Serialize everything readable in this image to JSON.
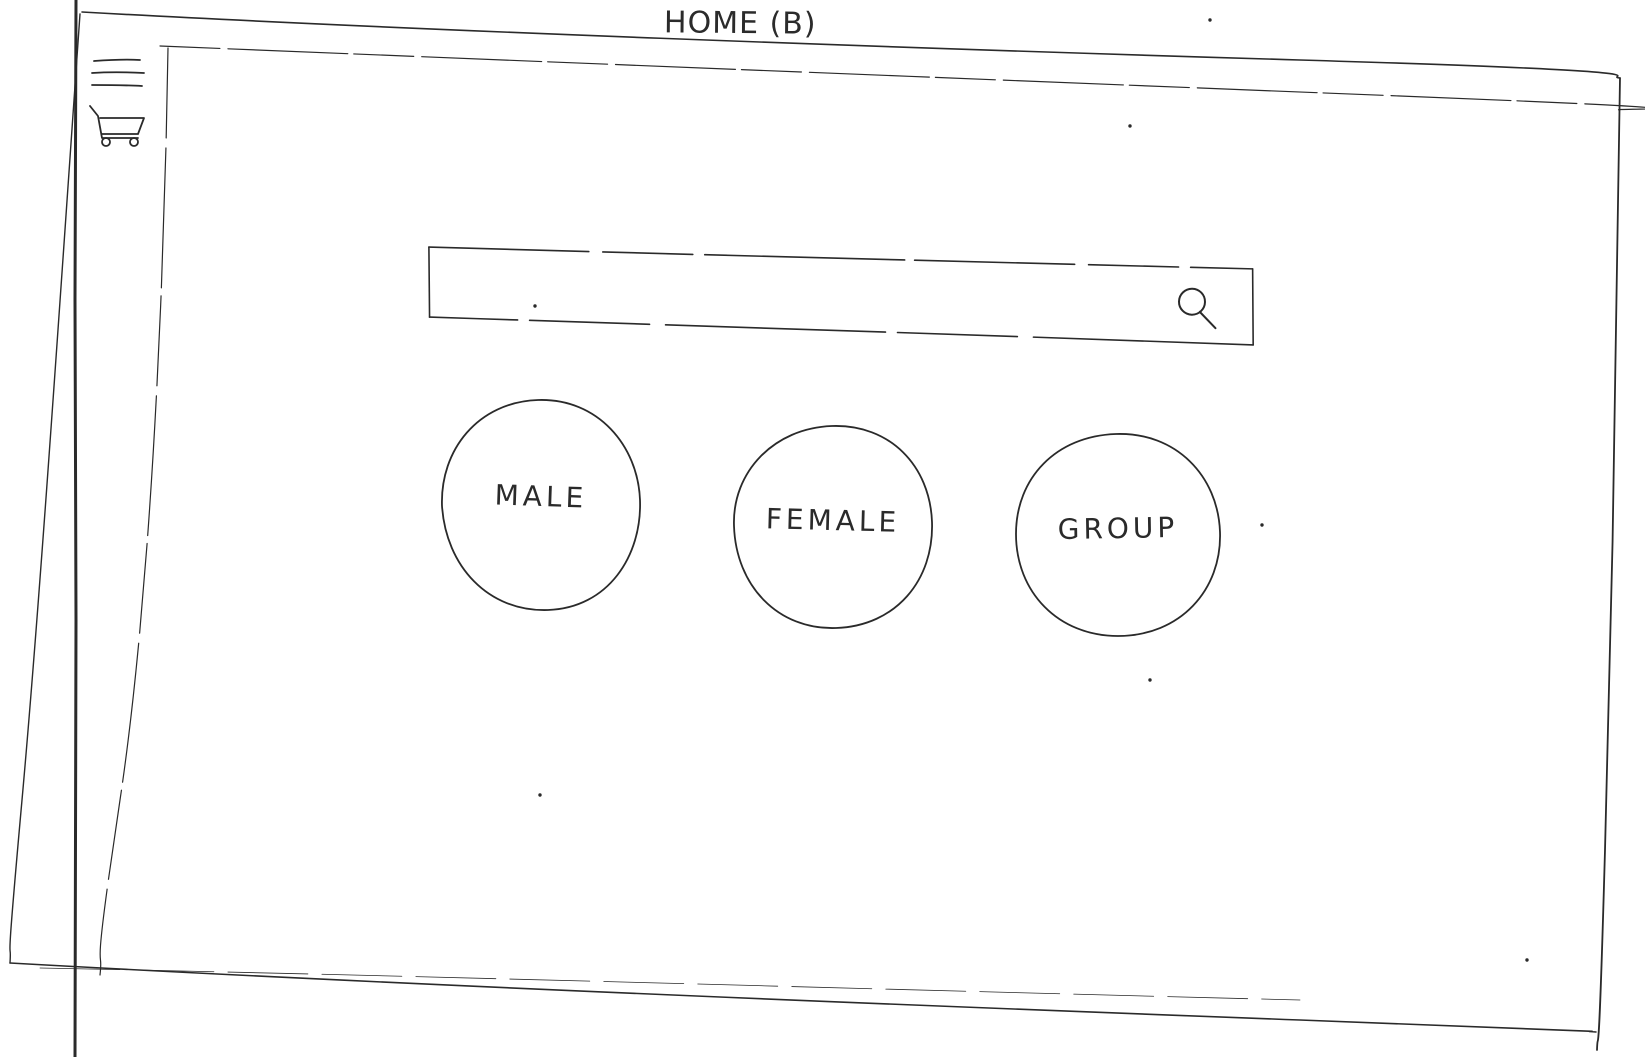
{
  "page": {
    "title": "HOME (B)"
  },
  "toolbar": {
    "menu_icon": "hamburger-menu-icon",
    "cart_icon": "shopping-cart-icon"
  },
  "search": {
    "value": "",
    "placeholder": "",
    "icon": "search-icon"
  },
  "categories": [
    {
      "label": "MALE"
    },
    {
      "label": "FEMALE"
    },
    {
      "label": "GROUP"
    }
  ],
  "colors": {
    "ink": "#2a2a2a",
    "paper": "#ffffff"
  }
}
